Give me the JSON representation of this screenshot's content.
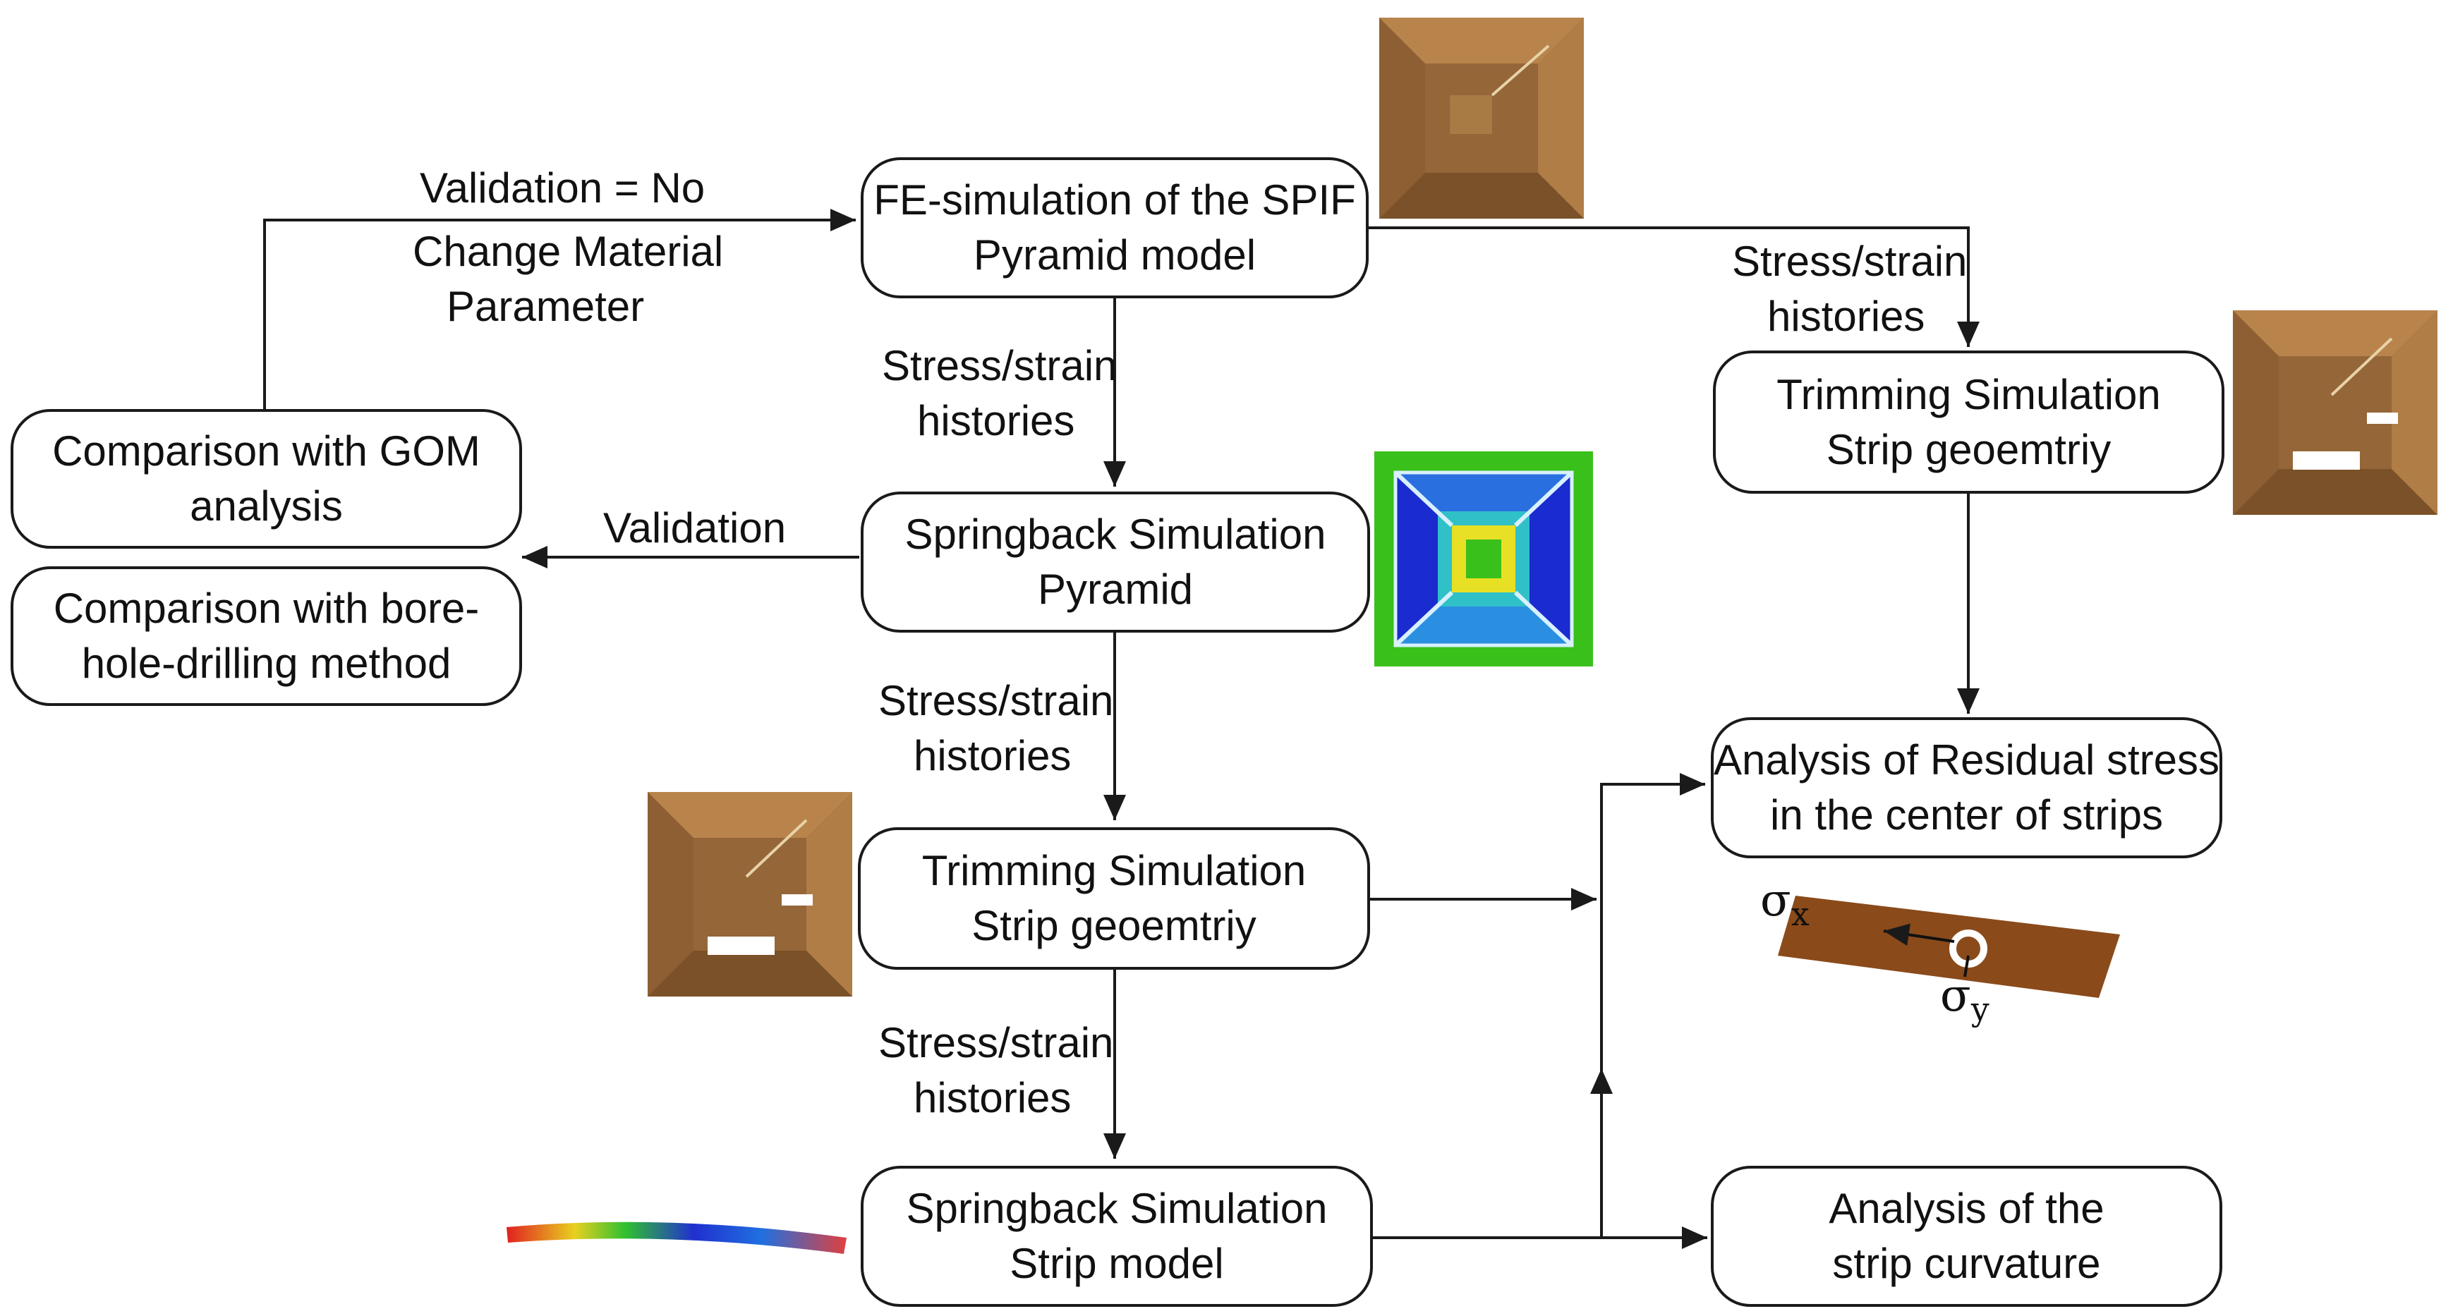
{
  "boxes": {
    "fe_sim": {
      "line1": "FE-simulation of the SPIF",
      "line2": "Pyramid model"
    },
    "springback_pyramid": {
      "line1": "Springback Simulation",
      "line2": "Pyramid"
    },
    "trimming_mid": {
      "line1": "Trimming Simulation",
      "line2": "Strip geoemtriy"
    },
    "springback_strip": {
      "line1": "Springback Simulation",
      "line2": "Strip model"
    },
    "gom": {
      "line1": "Comparison with GOM",
      "line2": "analysis"
    },
    "borehole": {
      "line1": "Comparison with bore-",
      "line2": "hole-drilling method"
    },
    "trimming_right": {
      "line1": "Trimming Simulation",
      "line2": "Strip geoemtriy"
    },
    "residual": {
      "line1": "Analysis of Residual stress",
      "line2": "in the center of strips"
    },
    "curvature": {
      "line1": "Analysis of the",
      "line2": "strip curvature"
    }
  },
  "labels": {
    "validation_no": "Validation = No",
    "change_material_1": "Change Material",
    "change_material_2": "Parameter",
    "validation": "Validation",
    "stress_strain_1a": "Stress/strain",
    "stress_strain_1b": "histories",
    "stress_strain_2a": "Stress/strain",
    "stress_strain_2b": "histories",
    "stress_strain_3a": "Stress/strain",
    "stress_strain_3b": "histories",
    "stress_strain_4a": "Stress/strain",
    "stress_strain_4b": "histories",
    "sigma": "σ",
    "sigma_x_sub": "x",
    "sigma_y_sub": "y"
  },
  "colors": {
    "pyramid_bronze": "#a0703e",
    "pyramid_dark": "#7a5128",
    "strip_brown": "#8a4a1a",
    "contour_green": "#39c01a",
    "contour_blue": "#1a2bd0",
    "contour_yellow": "#e8e024"
  }
}
